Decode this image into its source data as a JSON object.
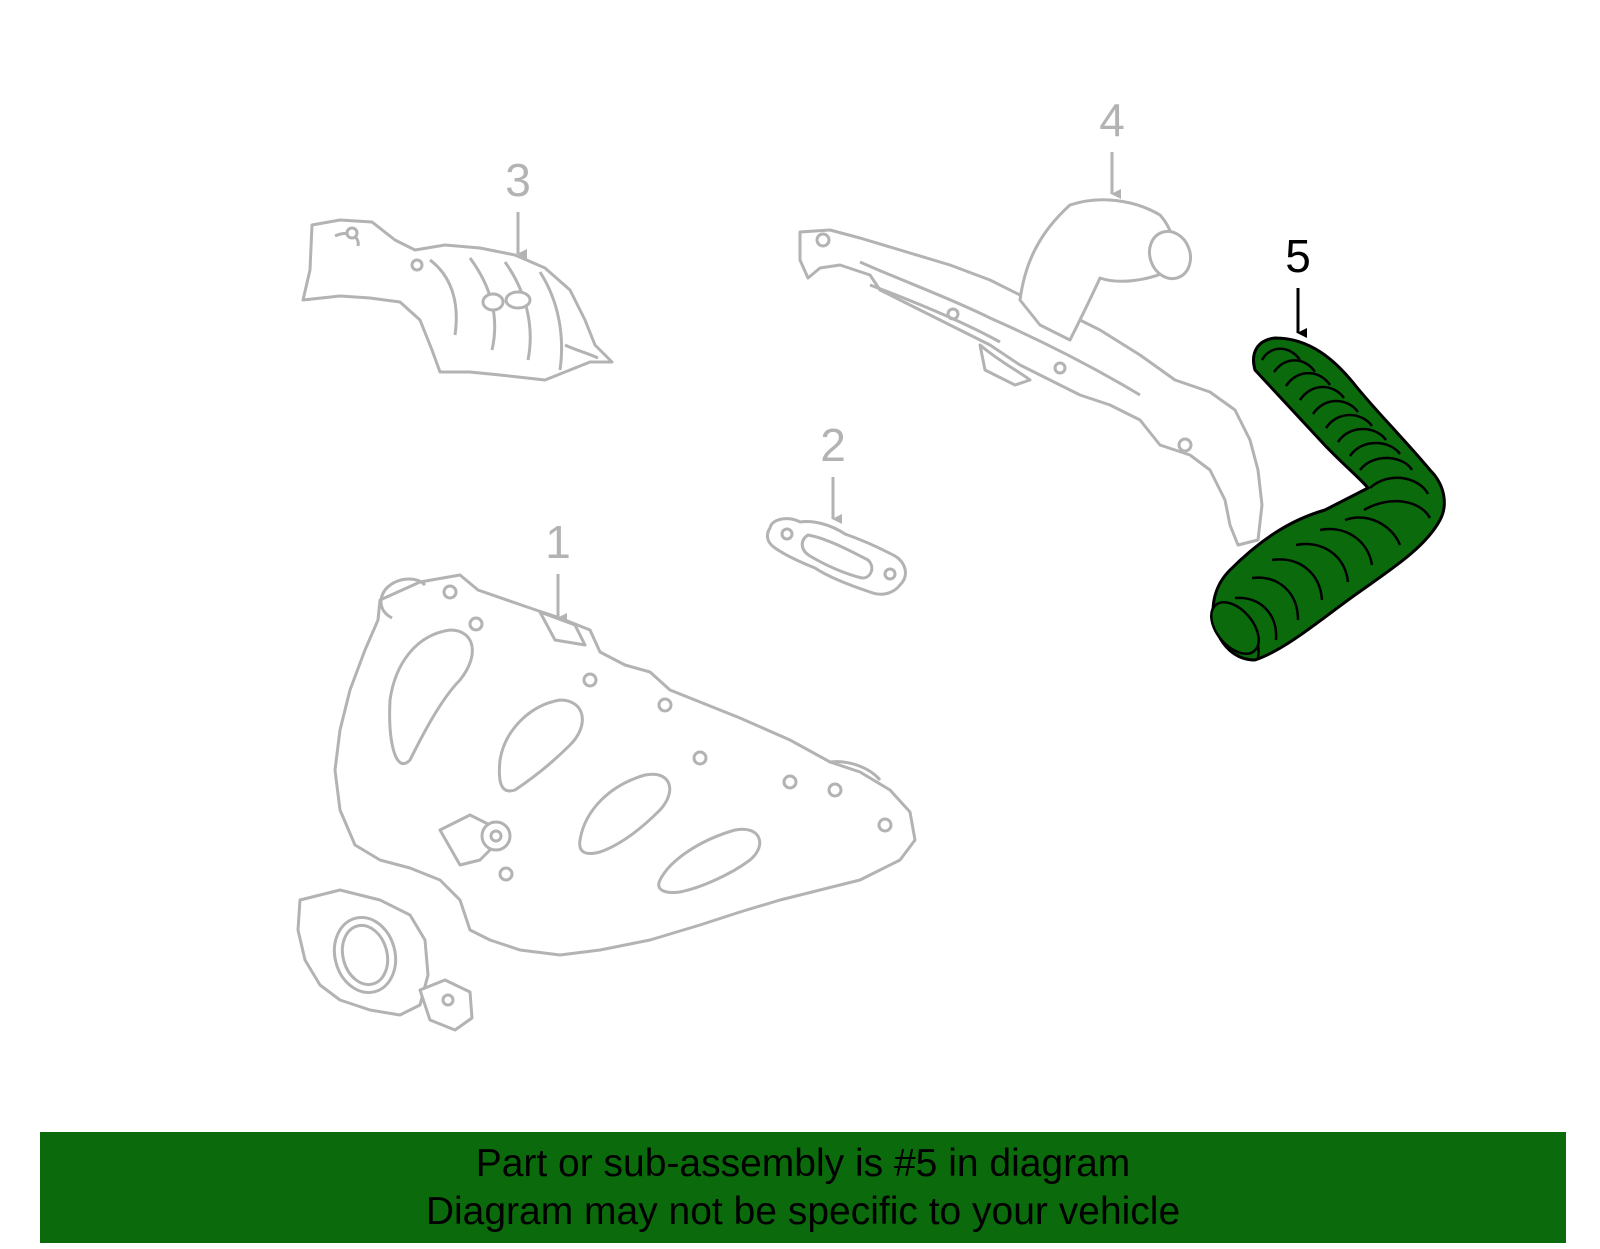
{
  "callouts": {
    "part_1": "1",
    "part_2": "2",
    "part_3": "3",
    "part_4": "4",
    "part_5": "5"
  },
  "footer": {
    "line_1": "Part or sub-assembly is #5 in diagram",
    "line_2": "Diagram may not be specific to your vehicle"
  },
  "colors": {
    "highlight": "#0b6a0b",
    "banner": "#0b6a0b",
    "line_art": "#b3b3b3",
    "highlight_label": "#000000"
  }
}
